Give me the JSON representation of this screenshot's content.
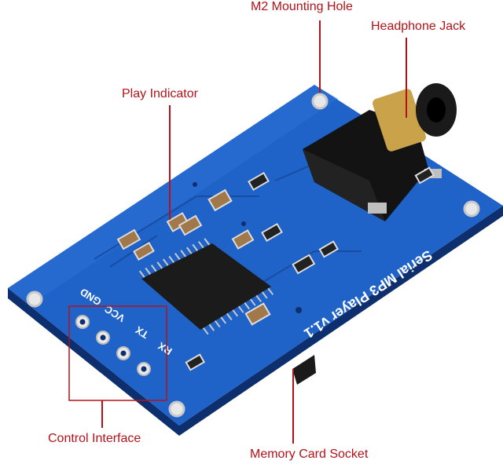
{
  "callouts": {
    "m2_hole": "M2 Mounting Hole",
    "headphone_jack": "Headphone Jack",
    "play_indicator": "Play Indicator",
    "control_interface": "Control Interface",
    "memory_card_socket": "Memory Card Socket"
  },
  "board": {
    "silkscreen_title": "Serial MP3 Player v1.1",
    "pins": [
      "GND",
      "VCC",
      "TX",
      "RX"
    ]
  },
  "colors": {
    "callout": "#b3121a",
    "board_blue": "#1f62c8",
    "board_edge": "#0d2f6e",
    "chip": "#1b1b1b",
    "jack": "#131313",
    "gold": "#c9a24a"
  }
}
